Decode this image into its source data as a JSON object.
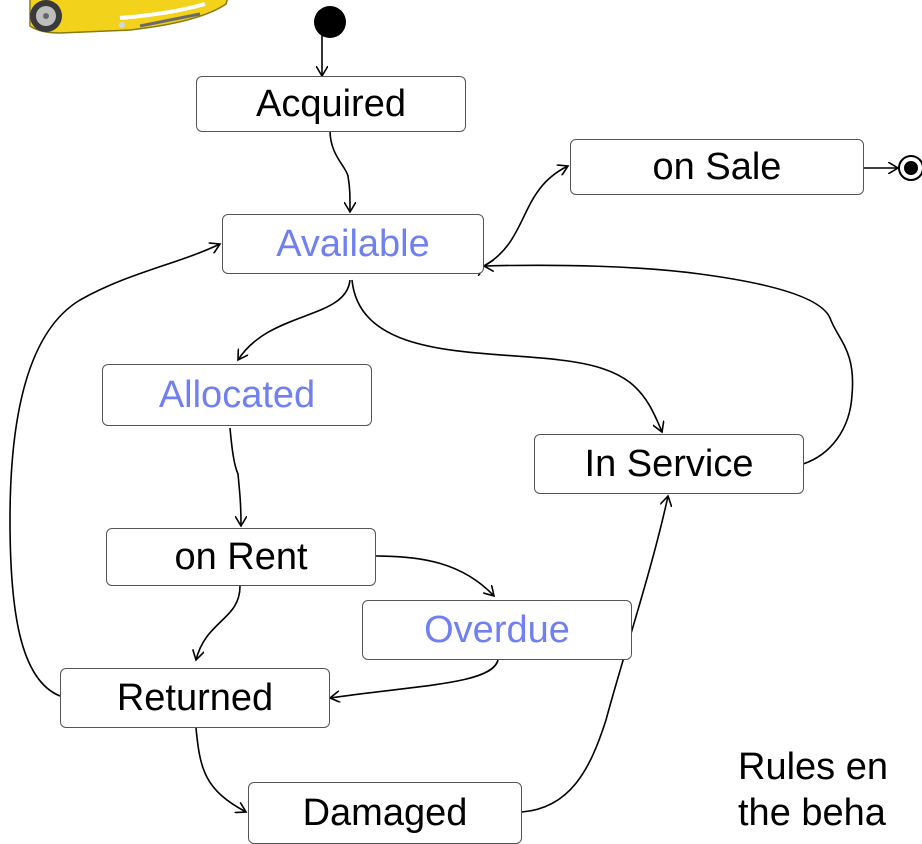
{
  "states": {
    "acquired": "Acquired",
    "available": "Available",
    "on_sale": "on Sale",
    "allocated": "Allocated",
    "in_service": "In Service",
    "on_rent": "on Rent",
    "overdue": "Overdue",
    "returned": "Returned",
    "damaged": "Damaged"
  },
  "caption": {
    "line1": "Rules en",
    "line2": "the beha"
  },
  "colors": {
    "highlight_state_text": "#7080f0",
    "normal_state_text": "#000000",
    "car_body": "#f2d21a"
  },
  "icons": [
    "car-icon",
    "initial-state-icon",
    "final-state-icon"
  ]
}
